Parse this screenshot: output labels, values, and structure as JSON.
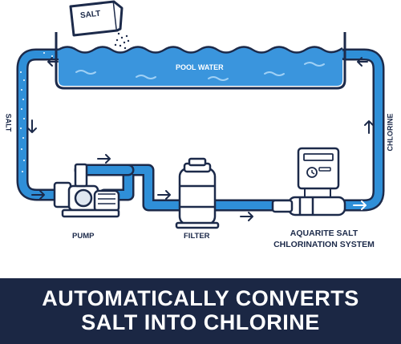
{
  "labels": {
    "salt_bag": "SALT",
    "pool_water": "POOL WATER",
    "left_pipe": "SALT",
    "right_pipe": "CHLORINE",
    "pump": "PUMP",
    "filter": "FILTER",
    "system_line1": "AQUARITE SALT",
    "system_line2": "CHLORINATION SYSTEM"
  },
  "banner": {
    "line1": "AUTOMATICALLY CONVERTS",
    "line2": "SALT INTO CHLORINE"
  },
  "colors": {
    "navy": "#1c2a4a",
    "pipe_blue": "#2f8fd8",
    "water_blue": "#3a95dd",
    "banner_bg": "#1b2744"
  }
}
